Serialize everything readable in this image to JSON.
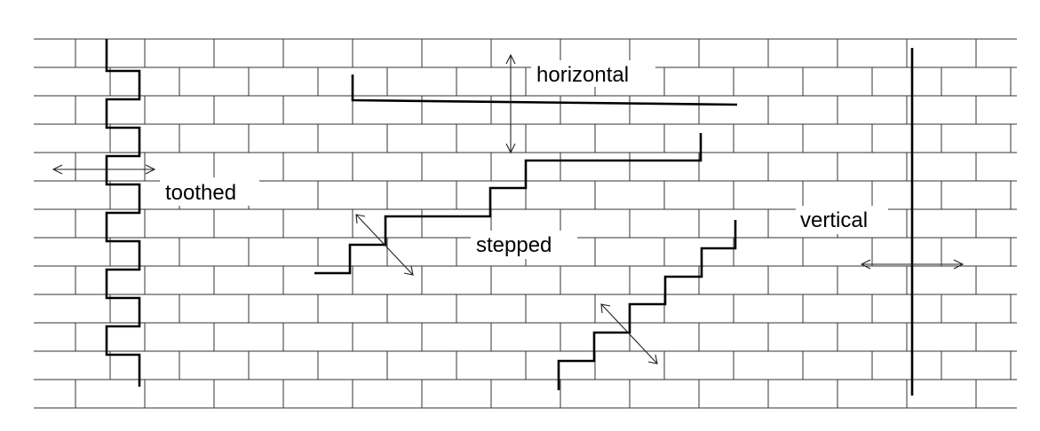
{
  "labels": {
    "horizontal": "horizontal",
    "toothed": "toothed",
    "stepped": "stepped",
    "vertical": "vertical"
  },
  "colors": {
    "background": "#ffffff",
    "ink": "#000000",
    "mortar_lines": "#333333"
  }
}
